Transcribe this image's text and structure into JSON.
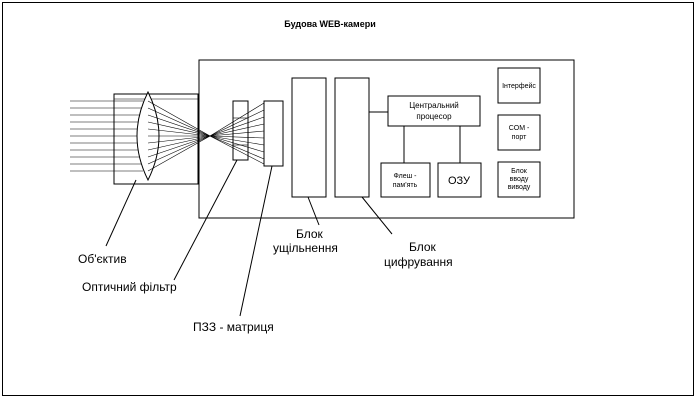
{
  "title": "Будова WEB-камери",
  "callouts": {
    "lens": "Об'єктив",
    "filter": "Оптичний фільтр",
    "ccd": "ПЗЗ - матриця",
    "compress_line1": "Блок",
    "compress_line2": "ущільнення",
    "digitize_line1": "Блок",
    "digitize_line2": "цифрування"
  },
  "blocks": {
    "cpu_line1": "Центральний",
    "cpu_line2": "процесор",
    "flash_line1": "Флеш -",
    "flash_line2": "пам'ять",
    "ram": "ОЗУ",
    "interface": "Інтерфейс",
    "com_line1": "COM -",
    "com_line2": "порт",
    "io_line1": "Блок",
    "io_line2": "вводу",
    "io_line3": "виводу"
  },
  "colors": {
    "line": "#000000",
    "background": "#ffffff"
  }
}
